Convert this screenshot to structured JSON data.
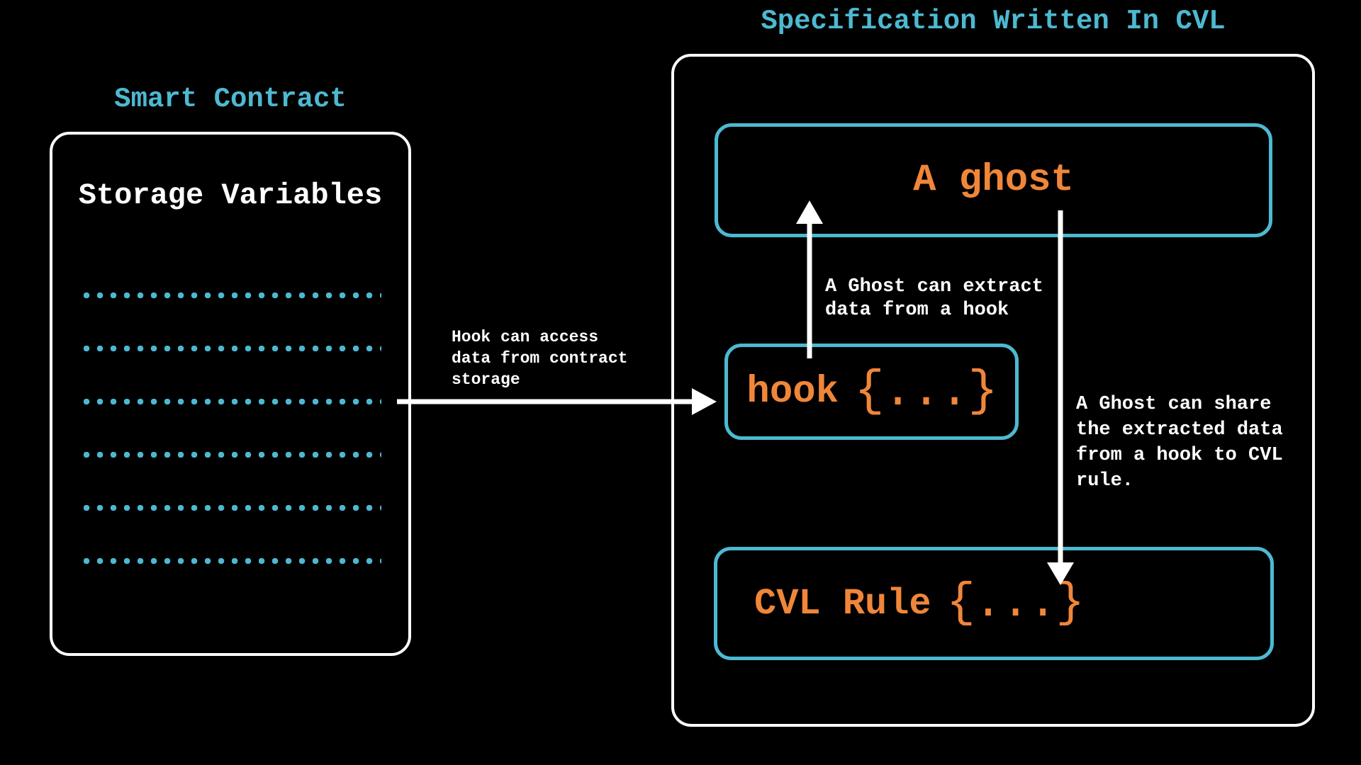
{
  "colors": {
    "teal": "#4DB9D1",
    "orange": "#F0863A",
    "white": "#FFFFFF",
    "bg": "#000000"
  },
  "smart_contract": {
    "title": "Smart Contract",
    "storage_label": "Storage Variables",
    "storage_rows": 6
  },
  "spec_panel": {
    "title": "Specification Written In CVL",
    "ghost_box": {
      "label": "A ghost"
    },
    "hook_box": {
      "name": "hook",
      "braces": "{...}"
    },
    "rule_box": {
      "name": "CVL Rule",
      "braces": "{...}"
    }
  },
  "annotations": {
    "hook_access": "Hook can access\ndata from contract\nstorage",
    "ghost_extract": "A Ghost can extract\ndata from a hook",
    "ghost_share": "A Ghost can share\nthe extracted data\nfrom a hook to CVL\nrule."
  }
}
